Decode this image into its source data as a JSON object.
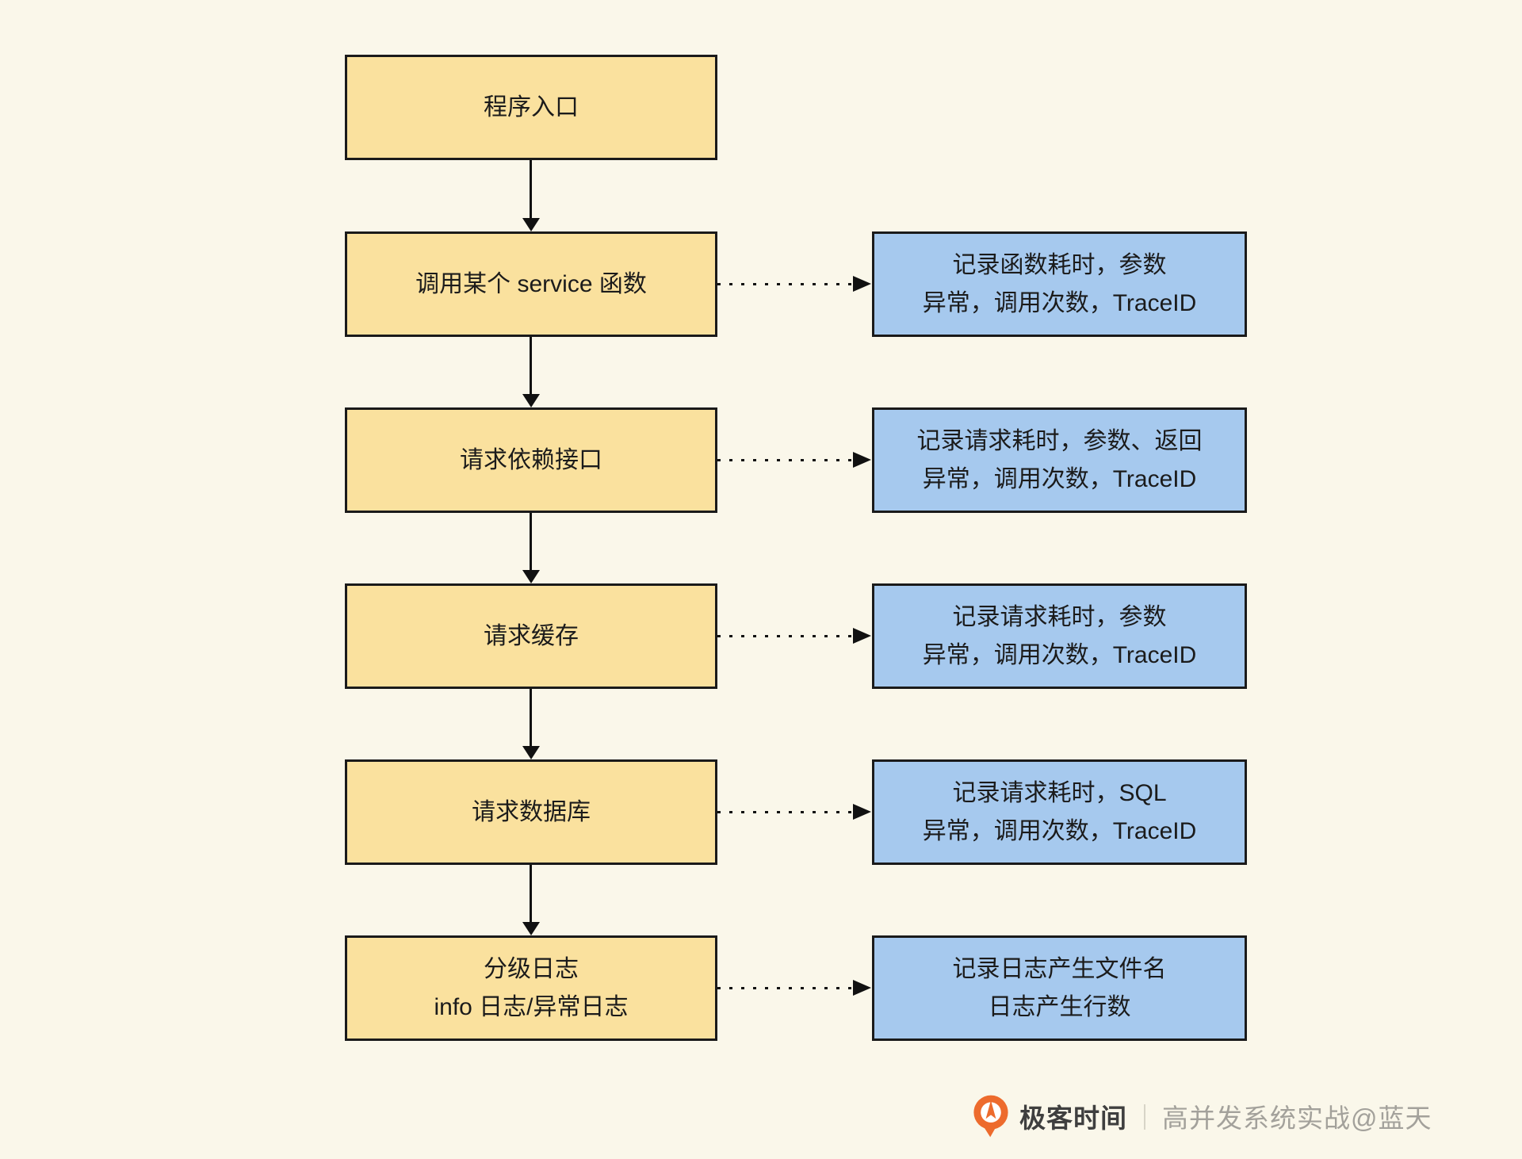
{
  "page": {
    "background_color": "#FAF7EA",
    "border_color": "#1A1A1A"
  },
  "flow": {
    "node_fill_color": "#FAE19E",
    "annotation_fill_color": "#A6C9EE",
    "nodes": [
      {
        "label": "程序入口"
      },
      {
        "label": "调用某个 service 函数"
      },
      {
        "label": "请求依赖接口"
      },
      {
        "label": "请求缓存"
      },
      {
        "label": "请求数据库"
      },
      {
        "label": "分级日志",
        "label2": "info 日志/异常日志"
      }
    ],
    "annotations": [
      {
        "line1": "记录函数耗时，参数",
        "line2": "异常，调用次数，TraceID"
      },
      {
        "line1": "记录请求耗时，参数、返回",
        "line2": "异常，调用次数，TraceID"
      },
      {
        "line1": "记录请求耗时，参数",
        "line2": "异常，调用次数，TraceID"
      },
      {
        "line1": "记录请求耗时，SQL",
        "line2": "异常，调用次数，TraceID"
      },
      {
        "line1": "记录日志产生文件名",
        "line2": "日志产生行数"
      }
    ]
  },
  "footer": {
    "brand": "极客时间",
    "divider": "｜",
    "credit": "高并发系统实战@蓝天",
    "logo_color": "#ED6B2D"
  }
}
